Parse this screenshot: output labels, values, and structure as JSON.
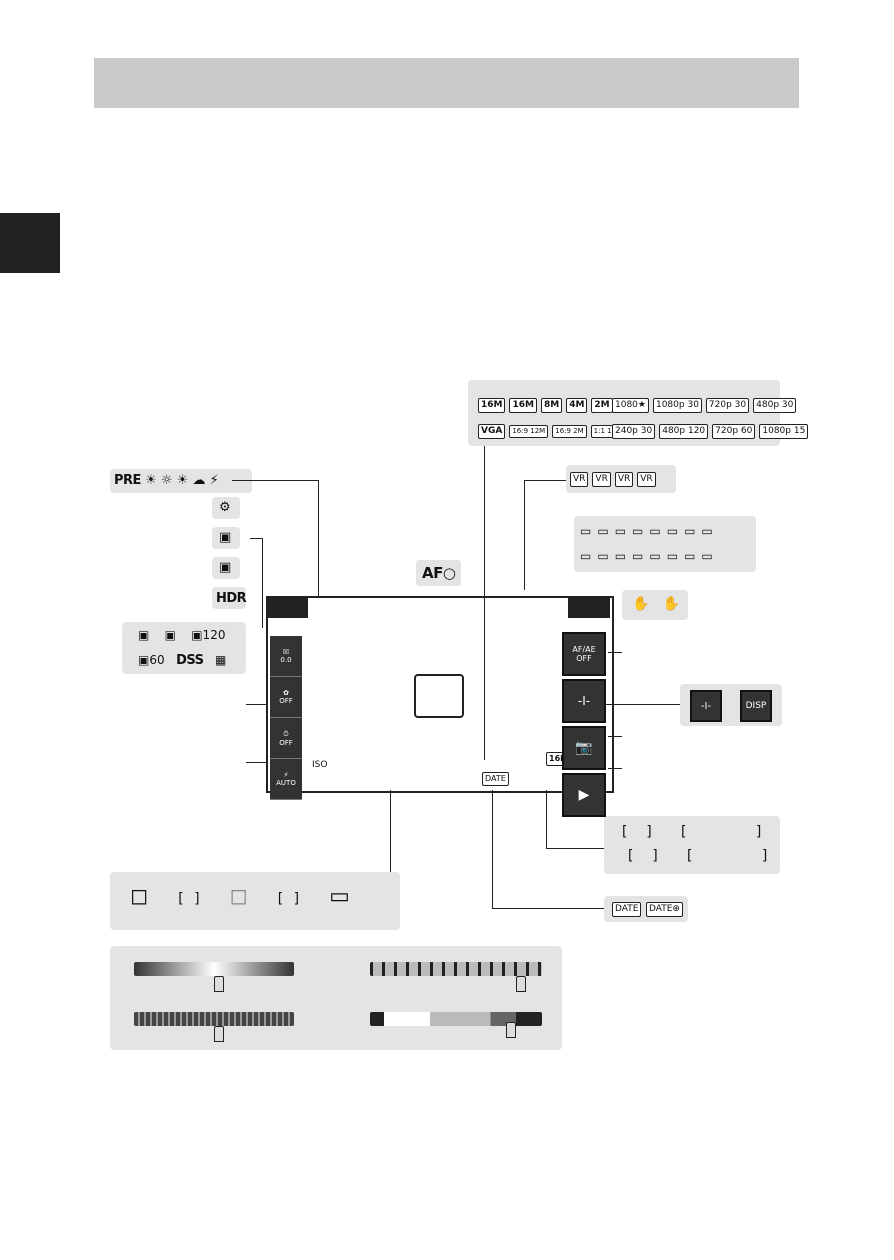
{
  "header": {
    "title": ""
  },
  "panels": {
    "image_modes_top": [
      "16M",
      "16M",
      "8M",
      "4M",
      "2M"
    ],
    "image_modes_bottom": [
      "VGA",
      "16:9 12M",
      "16:9 2M",
      "1:1 12M"
    ],
    "movie_modes_top": [
      "1080★",
      "1080p 30",
      "720p 30",
      "480p 30"
    ],
    "movie_modes_bottom": [
      "240p 30",
      "480p 120",
      "720p 60",
      "1080p 15"
    ],
    "scene_row": [
      "PRE",
      "☀",
      "☼",
      "☀",
      "☁",
      "⚡"
    ],
    "left_column": [
      "⚙",
      "▣",
      "▣",
      "HDR"
    ],
    "continuous_top": [
      "▣",
      "▣",
      "▣120"
    ],
    "continuous_bottom": [
      "▣60",
      "DSS",
      "▦"
    ],
    "vr_icons": [
      "VR",
      "VR",
      "VR",
      "VR"
    ],
    "battery_top": [
      "▭",
      "▭",
      "▭",
      "▭",
      "▭",
      "▭",
      "▭",
      "▭"
    ],
    "battery_bottom": [
      "▭",
      "▭",
      "▭",
      "▭",
      "▭",
      "▭",
      "▭",
      "▭"
    ],
    "hand_icons": [
      "✋",
      "✋"
    ],
    "disp_buttons": [
      "-I-",
      "DISP"
    ],
    "bracket_rows": [
      "[  ]   [        ]",
      "[  ]   [        ]"
    ],
    "date_icons": [
      "DATE",
      "DATE⊕"
    ],
    "af_areas": [
      "◻",
      "[ ]",
      "◻",
      "[ ]",
      "▭"
    ]
  },
  "screen": {
    "af_label": "AF○",
    "iso": "ISO",
    "date": "DATE",
    "size": "16M",
    "left_buttons": [
      {
        "icon": "☒",
        "label": "0.0"
      },
      {
        "icon": "✿",
        "label": "OFF"
      },
      {
        "icon": "⏱",
        "label": "OFF"
      },
      {
        "icon": "⚡",
        "label": "AUTO"
      }
    ],
    "right_buttons": [
      {
        "label": "AF/AE\nOFF"
      },
      {
        "label": "-I-"
      },
      {
        "label": "📷"
      },
      {
        "label": "▶"
      }
    ]
  },
  "colors": {
    "panel": "#e4e4e4",
    "header": "#c9c9c9",
    "button": "#333333"
  }
}
